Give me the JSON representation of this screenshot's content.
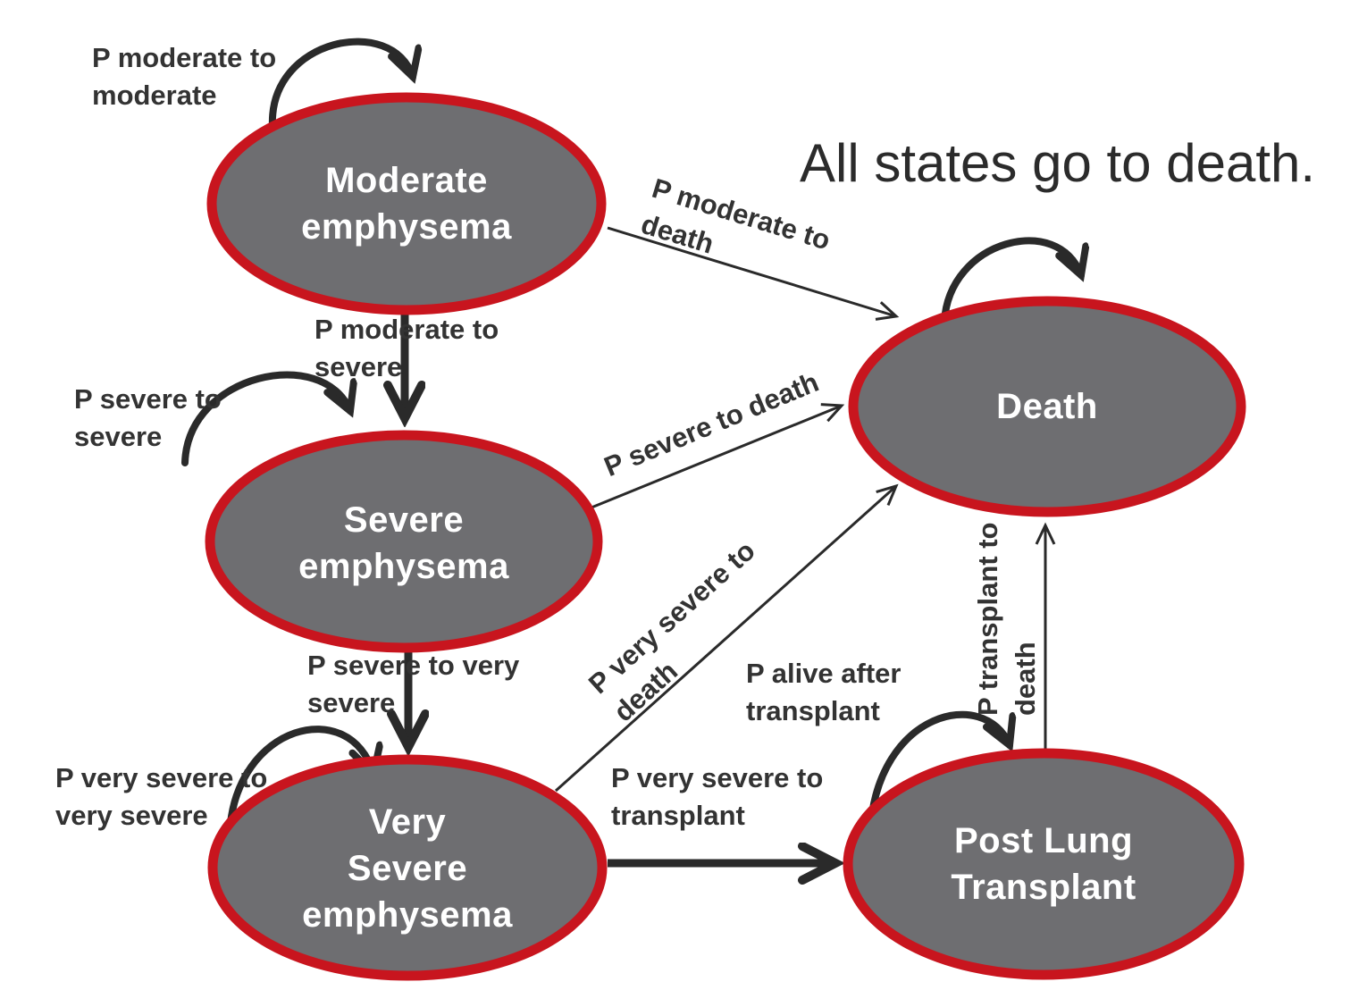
{
  "title": "All states go to death.",
  "colors": {
    "node_fill": "#6e6e71",
    "node_border": "#c8151e",
    "arrow": "#2a2a2a",
    "label_text": "#333333",
    "node_text": "#ffffff",
    "background": "#ffffff"
  },
  "states": [
    {
      "id": "moderate_emphysema",
      "label": "Moderate\nemphysema"
    },
    {
      "id": "severe_emphysema",
      "label": "Severe\nemphysema"
    },
    {
      "id": "very_severe_emphysema",
      "label": "Very\nSevere\nemphysema"
    },
    {
      "id": "death",
      "label": "Death"
    },
    {
      "id": "post_lung_transplant",
      "label": "Post Lung\nTransplant"
    }
  ],
  "transition_labels": {
    "moderate_to_moderate": "P moderate to\nmoderate",
    "moderate_to_severe": "P moderate to\nsevere",
    "moderate_to_death": "P moderate to\ndeath",
    "severe_to_severe": "P severe to\nsevere",
    "severe_to_death": "P severe to death",
    "severe_to_very_severe": "P severe to very\nsevere",
    "very_severe_to_very_severe": "P very severe to\nvery severe",
    "very_severe_to_death": "P very severe to\ndeath",
    "very_severe_to_transplant": "P very severe to\ntransplant",
    "alive_after_transplant": "P alive after\ntransplant",
    "transplant_to_death": "P transplant to\ndeath"
  }
}
